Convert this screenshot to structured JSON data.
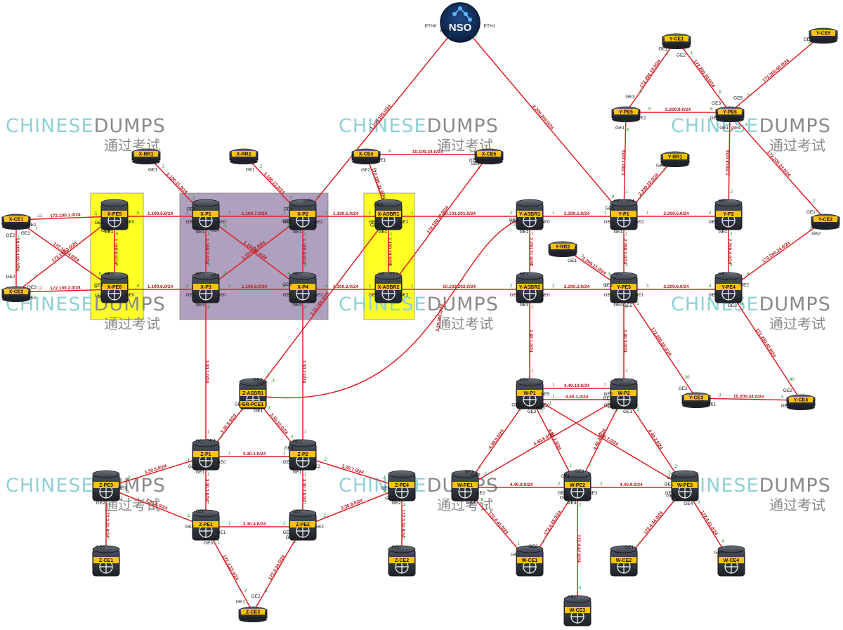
{
  "watermark": {
    "en_light": "CHINESE",
    "en_dark": "DUMPS",
    "zh": "通过考试"
  },
  "colors": {
    "link": "#e21f26",
    "router_body": "#2b2f36",
    "label": "#ffc20e",
    "zone_yellow": "#ffff00",
    "zone_purple": "#a696b8",
    "nso_bg": "#10294f"
  },
  "nso": {
    "label": "NSO",
    "eth0": "ETH0",
    "eth1": "ETH1"
  },
  "zones": [
    {
      "name": "x-pe-zone",
      "style": "yellow"
    },
    {
      "name": "x-core-zone",
      "style": "purple"
    },
    {
      "name": "x-asbr-zone",
      "style": "yellow"
    }
  ],
  "devices": [
    {
      "id": "X-RR1",
      "type": "rr"
    },
    {
      "id": "X-RR2",
      "type": "rr"
    },
    {
      "id": "X-CE4",
      "type": "rr"
    },
    {
      "id": "X-CE5",
      "type": "rr"
    },
    {
      "id": "X-CE1",
      "type": "rr"
    },
    {
      "id": "X-CE2",
      "type": "rr"
    },
    {
      "id": "X-PE5",
      "type": "router"
    },
    {
      "id": "X-PE6",
      "type": "router"
    },
    {
      "id": "X-P1",
      "type": "router"
    },
    {
      "id": "X-P2",
      "type": "router"
    },
    {
      "id": "X-P3",
      "type": "router"
    },
    {
      "id": "X-P4",
      "type": "router"
    },
    {
      "id": "X-ASBR1",
      "type": "router"
    },
    {
      "id": "X-ASBR2",
      "type": "router"
    },
    {
      "id": "Y-ASBR1",
      "type": "router"
    },
    {
      "id": "Y-ASBR2",
      "type": "router"
    },
    {
      "id": "Y-CE1",
      "type": "rr"
    },
    {
      "id": "Y-CE5",
      "type": "rr"
    },
    {
      "id": "Y-PE5",
      "type": "rr"
    },
    {
      "id": "Y-PE6",
      "type": "rr"
    },
    {
      "id": "Y-RR1",
      "type": "rr"
    },
    {
      "id": "Y-RR2",
      "type": "rr"
    },
    {
      "id": "Y-CE2",
      "type": "rr"
    },
    {
      "id": "Y-P1",
      "type": "router"
    },
    {
      "id": "Y-P2",
      "type": "router"
    },
    {
      "id": "Y-PE3",
      "type": "router"
    },
    {
      "id": "Y-PE4",
      "type": "router"
    },
    {
      "id": "Y-CE3",
      "type": "rr"
    },
    {
      "id": "Y-CE4",
      "type": "rr"
    },
    {
      "id": "Z-ASBR1",
      "type": "router",
      "sub": "SR-PCE1"
    },
    {
      "id": "Z-P1",
      "type": "router"
    },
    {
      "id": "Z-P2",
      "type": "router"
    },
    {
      "id": "Z-PE1",
      "type": "router"
    },
    {
      "id": "Z-PE2",
      "type": "router"
    },
    {
      "id": "Z-PE3",
      "type": "router"
    },
    {
      "id": "Z-PE4",
      "type": "router"
    },
    {
      "id": "Z-CE1",
      "type": "router"
    },
    {
      "id": "Z-CE2",
      "type": "router"
    },
    {
      "id": "Z-CE3",
      "type": "rr"
    },
    {
      "id": "W-P1",
      "type": "router"
    },
    {
      "id": "W-P2",
      "type": "router"
    },
    {
      "id": "W-PE1",
      "type": "router"
    },
    {
      "id": "W-PE2",
      "type": "router"
    },
    {
      "id": "W-PE3",
      "type": "router"
    },
    {
      "id": "W-CE1",
      "type": "router"
    },
    {
      "id": "W-CE2",
      "type": "router"
    },
    {
      "id": "W-CE3",
      "type": "router"
    },
    {
      "id": "W-CE4",
      "type": "router"
    }
  ],
  "links": [
    {
      "a": "NSO",
      "b": "X-P2",
      "subnet": "1.100.100.0/24",
      "oa": ".1",
      "ob": ".9",
      "ia": "ETH0",
      "ib": "GE3"
    },
    {
      "a": "NSO",
      "b": "Y-P1",
      "subnet": "2.200.200.0/24",
      "oa": ".2",
      "ob": ".9",
      "ia": "ETH1",
      "ib": "GE5"
    },
    {
      "a": "X-RR1",
      "b": "X-P1",
      "subnet": "1.100.11.0/24",
      "oa": ".2",
      "ob": ".1",
      "ia": "GE1",
      "ib": "GE3"
    },
    {
      "a": "X-RR2",
      "b": "X-P2",
      "subnet": "1.100.12.0/24",
      "oa": ".2",
      "ob": ".1",
      "ia": "GE1",
      "ib": "GE4"
    },
    {
      "a": "X-CE4",
      "b": "X-CE5",
      "subnet": "10.100.34.0/24",
      "oa": ".4",
      "ob": ".5",
      "ia": "GE1",
      "ib": "GE1"
    },
    {
      "a": "X-CE4",
      "b": "X-ASBR1",
      "subnet": "172.100.31.0/24",
      "oa": ".4",
      "ob": ".1",
      "ia": "GE2",
      "ib": "GE3"
    },
    {
      "a": "X-CE5",
      "b": "X-ASBR2",
      "subnet": "172.100.32.0/24",
      "oa": ".5",
      "ob": ".1",
      "ia": "GE2",
      "ib": "GE3"
    },
    {
      "a": "X-CE1",
      "b": "X-PE5",
      "subnet": "172.100.1.0/24",
      "oa": ".11",
      "ob": ".5",
      "ia": "GE1",
      "ib": "GE2"
    },
    {
      "a": "X-CE1",
      "b": "X-CE2",
      "subnet": "10.100.100.0/24",
      "oa": ".1",
      "ob": ".2",
      "ia": "GE2",
      "ib": "GE2"
    },
    {
      "a": "X-CE1",
      "b": "X-PE6",
      "subnet": "172.100.4.0/24",
      "oa": ".1",
      "ob": ".6",
      "ia": "GE3",
      "ib": "GE4"
    },
    {
      "a": "X-CE2",
      "b": "X-PE5",
      "subnet": "172.100.3.0/24",
      "oa": ".2",
      "ob": ".5",
      "ia": "GE3",
      "ib": "GE4"
    },
    {
      "a": "X-CE2",
      "b": "X-PE6",
      "subnet": "172.100.2.0/24",
      "oa": ".12",
      "ob": ".6",
      "ia": "GE1",
      "ib": "GE2"
    },
    {
      "a": "X-PE5",
      "b": "X-PE6",
      "subnet": "1.100.9.0/24",
      "oa": ".5",
      "ob": ".6",
      "ia": "GE1",
      "ib": "GE1"
    },
    {
      "a": "X-PE5",
      "b": "X-P1",
      "subnet": "1.100.5.0/24",
      "oa": ".5",
      "ob": ".1",
      "ia": "GE0",
      "ib": "GE2"
    },
    {
      "a": "X-PE6",
      "b": "X-P3",
      "subnet": "1.100.6.0/24",
      "oa": ".6",
      "ob": ".3",
      "ia": "GE0",
      "ib": "GE2"
    },
    {
      "a": "X-P1",
      "b": "X-P2",
      "subnet": "1.100.7.0/24",
      "oa": ".1",
      "ob": ".2",
      "ia": "GE0",
      "ib": "GE0"
    },
    {
      "a": "X-P1",
      "b": "X-P3",
      "subnet": "1.100.3.0/24",
      "oa": ".1",
      "ob": ".3",
      "ia": "GE1",
      "ib": "GE1"
    },
    {
      "a": "X-P1",
      "b": "X-P4",
      "subnet": "1.100.42.0/24",
      "oa": ".1",
      "ob": ".4",
      "ia": "GE4",
      "ib": "GE4"
    },
    {
      "a": "X-P2",
      "b": "X-P3",
      "subnet": "1.100.32.0/24",
      "oa": ".2",
      "ob": ".3",
      "ia": "GE5",
      "ib": "GE4"
    },
    {
      "a": "X-P2",
      "b": "X-P4",
      "subnet": "1.100.4.0/24",
      "oa": ".2",
      "ob": ".4",
      "ia": "GE1",
      "ib": "GE1"
    },
    {
      "a": "X-P3",
      "b": "X-P4",
      "subnet": "1.100.8.0/24",
      "oa": ".3",
      "ob": ".4",
      "ia": "GE0",
      "ib": "GE0"
    },
    {
      "a": "X-P2",
      "b": "X-ASBR1",
      "subnet": "1.100.1.0/24",
      "oa": ".2",
      "ob": ".1",
      "ia": "GE2",
      "ib": "GE0"
    },
    {
      "a": "X-P4",
      "b": "X-ASBR2",
      "subnet": "1.100.2.0/24",
      "oa": ".4",
      "ob": ".1",
      "ia": "GE2",
      "ib": "GE0"
    },
    {
      "a": "X-ASBR1",
      "b": "X-ASBR2",
      "subnet": "1.100.10.0/24",
      "oa": ".1",
      "ob": ".2",
      "ia": "GE1",
      "ib": "GE1"
    },
    {
      "a": "X-ASBR1",
      "b": "Y-ASBR1",
      "subnet": "10.101.201.0/24",
      "oa": ".1",
      "ob": ".2",
      "ia": "GE2",
      "ib": "GE2"
    },
    {
      "a": "X-ASBR2",
      "b": "Y-ASBR2",
      "subnet": "10.102.202.0/24",
      "oa": ".1",
      "ob": ".2",
      "ia": "GE2",
      "ib": "GE2"
    },
    {
      "a": "X-ASBR1",
      "b": "Z-ASBR1",
      "subnet": "1.31.100.0/24",
      "oa": ".1",
      "ob": ".3",
      "ia": "GE4",
      "ib": "GE2"
    },
    {
      "a": "Y-ASBR1",
      "b": "Z-ASBR1",
      "subnet": "2.32.200.0/24",
      "oa": ".2",
      "ob": ".3",
      "ia": "GE3",
      "ib": "GE0"
    },
    {
      "a": "Y-ASBR1",
      "b": "Y-ASBR2",
      "subnet": "2.200.21.0/24",
      "oa": ".1",
      "ob": ".2",
      "ia": "GE1",
      "ib": "GE1"
    },
    {
      "a": "Y-ASBR1",
      "b": "Y-P1",
      "subnet": "2.200.1.0/24",
      "oa": ".1",
      "ob": ".2",
      "ia": "GE0",
      "ib": "GE0"
    },
    {
      "a": "Y-ASBR2",
      "b": "Y-PE3",
      "subnet": "2.200.2.0/24",
      "oa": ".2",
      "ob": ".3",
      "ia": "GE0",
      "ib": "GE0"
    },
    {
      "a": "Y-ASBR2",
      "b": "W-P1",
      "subnet": "2.40.1.0/24",
      "oa": ".2",
      "ob": ".1",
      "ia": "GE3",
      "ib": "GE4"
    },
    {
      "a": "Y-CE1",
      "b": "Y-PE5",
      "subnet": "172.200.10.0/24",
      "oa": ".1",
      "ob": ".5",
      "ia": "GE1",
      "ib": "GE3"
    },
    {
      "a": "Y-CE1",
      "b": "Y-PE6",
      "subnet": "172.200.20.0/24",
      "oa": ".1",
      "ob": ".6",
      "ia": "GE2",
      "ib": "GE3"
    },
    {
      "a": "Y-CE5",
      "b": "Y-PE6",
      "subnet": "172.200.50.0/24",
      "oa": ".5",
      "ob": ".6",
      "ia": "GE1",
      "ib": "GE5"
    },
    {
      "a": "Y-PE5",
      "b": "Y-PE6",
      "subnet": "2.200.9.0/24",
      "oa": ".5",
      "ob": ".6",
      "ia": "GE2",
      "ib": "GE2"
    },
    {
      "a": "Y-PE6",
      "b": "Y-CE2",
      "subnet": "172.200.23.0/24",
      "oa": ".6",
      "ob": ".2",
      "ia": "GE4",
      "ib": "GE1"
    },
    {
      "a": "Y-PE5",
      "b": "Y-P1",
      "subnet": "2.200.7.0/24",
      "oa": ".5",
      "ob": ".1",
      "ia": "GE1",
      "ib": "GE3"
    },
    {
      "a": "Y-PE6",
      "b": "Y-P2",
      "subnet": "2.200.8.0/24",
      "oa": ".6",
      "ob": ".2",
      "ia": "GE1",
      "ib": "GE2"
    },
    {
      "a": "Y-RR1",
      "b": "Y-P1",
      "subnet": "2.200.10.0/24",
      "oa": ".2",
      "ob": ".1",
      "ia": "GE1",
      "ib": "GE4"
    },
    {
      "a": "Y-RR2",
      "b": "Y-PE3",
      "subnet": "2.200.11.0/24",
      "oa": ".2",
      "ob": ".3",
      "ia": "GE1",
      "ib": "GE3"
    },
    {
      "a": "Y-P1",
      "b": "Y-P2",
      "subnet": "2.200.5.0/24",
      "oa": ".1",
      "ob": ".2",
      "ia": "GE2",
      "ib": "GE0"
    },
    {
      "a": "Y-P1",
      "b": "Y-PE3",
      "subnet": "2.200.3.0/24",
      "oa": ".1",
      "ob": ".3",
      "ia": "GE1",
      "ib": "GE2"
    },
    {
      "a": "Y-P2",
      "b": "Y-PE4",
      "subnet": "2.200.4.0/24",
      "oa": ".2",
      "ob": ".4",
      "ia": "GE1",
      "ib": "GE1"
    },
    {
      "a": "Y-PE3",
      "b": "Y-PE4",
      "subnet": "2.200.6.0/24",
      "oa": ".3",
      "ob": ".4",
      "ia": "GE1",
      "ib": "GE0"
    },
    {
      "a": "Y-PE4",
      "b": "Y-CE2",
      "subnet": "172.200.24.0/24",
      "oa": ".4",
      "ob": ".2",
      "ia": "GE2",
      "ib": "GE2"
    },
    {
      "a": "Y-PE3",
      "b": "Y-CE3",
      "subnet": "172.200.30.0/24",
      "oa": ".3",
      "ob": ".30",
      "ia": "GE5",
      "ib": "GE2"
    },
    {
      "a": "Y-PE4",
      "b": "Y-CE4",
      "subnet": "172.200.40.0/24",
      "oa": ".4",
      "ob": ".40",
      "ia": "GE3",
      "ib": "GE2"
    },
    {
      "a": "Y-CE3",
      "b": "Y-CE4",
      "subnet": "10.200.44.0/24",
      "oa": ".3",
      "ob": ".4",
      "ia": "GE1",
      "ib": "GE1"
    },
    {
      "a": "Y-PE3",
      "b": "W-P2",
      "subnet": "2.40.3.0/24",
      "oa": ".3",
      "ob": ".2",
      "ia": "GE4",
      "ib": "GE4"
    },
    {
      "a": "Z-ASBR1",
      "b": "Z-P1",
      "subnet": "3.30.9.0/24",
      "oa": ".3",
      "ob": ".1",
      "ia": "GE4",
      "ib": "GE4"
    },
    {
      "a": "Z-ASBR1",
      "b": "Z-P2",
      "subnet": "3.30.10.0/24",
      "oa": ".3",
      "ob": ".2",
      "ia": "GE1",
      "ib": "GE4"
    },
    {
      "a": "X-P3",
      "b": "Z-P1",
      "subnet": "1.30.1.0/24",
      "oa": ".3",
      "ob": ".1",
      "ia": "GE3",
      "ib": "GE3"
    },
    {
      "a": "X-P4",
      "b": "Z-P2",
      "subnet": "1.30.2.0/24",
      "oa": ".4",
      "ob": ".2",
      "ia": "GE3",
      "ib": "GE3"
    },
    {
      "a": "Z-P1",
      "b": "Z-P2",
      "subnet": "3.30.1.0/24",
      "oa": ".1",
      "ob": ".2",
      "ia": "GE0",
      "ib": "GE0"
    },
    {
      "a": "Z-P1",
      "b": "Z-PE1",
      "subnet": "3.30.2.0/24",
      "oa": ".1",
      "ob": ".1",
      "ia": "GE1",
      "ib": "GE0"
    },
    {
      "a": "Z-P2",
      "b": "Z-PE2",
      "subnet": "3.30.3.0/24",
      "oa": ".2",
      "ob": ".2",
      "ia": "GE1",
      "ib": "GE0"
    },
    {
      "a": "Z-PE1",
      "b": "Z-PE2",
      "subnet": "3.30.4.0/24",
      "oa": ".1",
      "ob": ".2",
      "ia": "GE1",
      "ib": "GE1"
    },
    {
      "a": "Z-PE3",
      "b": "Z-P1",
      "subnet": "3.30.5.0/24",
      "oa": ".3",
      "ob": ".1",
      "ia": "GE0",
      "ib": "GE2"
    },
    {
      "a": "Z-PE3",
      "b": "Z-PE1",
      "subnet": "3.30.6.0/24",
      "oa": ".3",
      "ob": ".1",
      "ia": "GE1",
      "ib": "GE2"
    },
    {
      "a": "Z-P2",
      "b": "Z-PE4",
      "subnet": "3.30.7.0/24",
      "oa": ".2",
      "ob": ".4",
      "ia": "GE2",
      "ib": "GE0"
    },
    {
      "a": "Z-PE2",
      "b": "Z-PE4",
      "subnet": "3.30.8.0/24",
      "oa": ".2",
      "ob": ".4",
      "ia": "GE2",
      "ib": "GE1"
    },
    {
      "a": "Z-PE3",
      "b": "Z-CE1",
      "subnet": "172.3.31.0/24",
      "oa": ".3",
      "ob": ".1",
      "ia": "GE2",
      "ib": "GE0"
    },
    {
      "a": "Z-PE4",
      "b": "Z-CE2",
      "subnet": "172.3.32.0/24",
      "oa": ".4",
      "ob": ".2",
      "ia": "GE2",
      "ib": "GE0"
    },
    {
      "a": "Z-PE1",
      "b": "Z-CE3",
      "subnet": "172.3.33.0/24",
      "oa": ".1",
      "ob": ".3",
      "ia": "GE3",
      "ib": "GE1"
    },
    {
      "a": "Z-PE2",
      "b": "Z-CE3",
      "subnet": "172.3.34.0/24",
      "oa": ".2",
      "ob": ".3",
      "ia": "GE3",
      "ib": "GE2"
    },
    {
      "a": "W-P1",
      "b": "W-P2",
      "subnet": "4.40.10.0/24",
      "oa": ".1",
      "ob": ".2",
      "ia": "GE5",
      "ib": "GE5"
    },
    {
      "a": "W-P1",
      "b": "W-P2",
      "subnet": "4.40.1.0/24",
      "oa": ".1",
      "ob": ".2",
      "ia": "GE0",
      "ib": "GE0"
    },
    {
      "a": "W-P1",
      "b": "W-PE1",
      "subnet": "4.40.5.0/24",
      "oa": ".1",
      "ob": ".1",
      "ia": "GE1",
      "ib": "GE1"
    },
    {
      "a": "W-P1",
      "b": "W-PE2",
      "subnet": "4.40.2.0/24",
      "oa": ".1",
      "ob": ".2",
      "ia": "GE2",
      "ib": "GE1"
    },
    {
      "a": "W-P1",
      "b": "W-PE3",
      "subnet": "4.40.7.0/24",
      "oa": ".1",
      "ob": ".3",
      "ia": "GE3",
      "ib": "GE1"
    },
    {
      "a": "W-P2",
      "b": "W-PE1",
      "subnet": "4.40.6.0/24",
      "oa": ".2",
      "ob": ".1",
      "ia": "GE3",
      "ib": "GE0"
    },
    {
      "a": "W-P2",
      "b": "W-PE2",
      "subnet": "4.40.4.0/24",
      "oa": ".2",
      "ob": ".2",
      "ia": "GE2",
      "ib": "GE0"
    },
    {
      "a": "W-P2",
      "b": "W-PE3",
      "subnet": "4.40.3.0/24",
      "oa": ".2",
      "ob": ".3",
      "ia": "GE1",
      "ib": "GE0"
    },
    {
      "a": "W-PE1",
      "b": "W-PE2",
      "subnet": "4.40.8.0/24",
      "oa": ".1",
      "ob": ".2",
      "ia": "GE2",
      "ib": "GE2"
    },
    {
      "a": "W-PE2",
      "b": "W-PE3",
      "subnet": "4.40.9.0/24",
      "oa": ".2",
      "ob": ".3",
      "ia": "GE3",
      "ib": "GE2"
    },
    {
      "a": "W-PE1",
      "b": "W-CE1",
      "subnet": "172.4.41.0/24",
      "oa": ".1",
      "ob": ".1",
      "ia": "GE3",
      "ib": "GE1"
    },
    {
      "a": "W-PE2",
      "b": "W-CE1",
      "subnet": "172.4.45.0/24",
      "oa": ".2",
      "ob": ".1",
      "ia": "GE5",
      "ib": "GE2"
    },
    {
      "a": "W-PE2",
      "b": "W-CE3",
      "subnet": "172.4.42.0/24",
      "oa": ".2",
      "ob": ".3",
      "ia": "GE4",
      "ib": "GE0"
    },
    {
      "a": "W-PE3",
      "b": "W-CE2",
      "subnet": "172.4.44.0/24",
      "oa": ".3",
      "ob": ".2",
      "ia": "GE3",
      "ib": "GE1"
    },
    {
      "a": "W-PE3",
      "b": "W-CE4",
      "subnet": "172.4.41.0/24",
      "oa": ".3",
      "ob": ".4",
      "ia": "GE4",
      "ib": "GE0"
    }
  ]
}
